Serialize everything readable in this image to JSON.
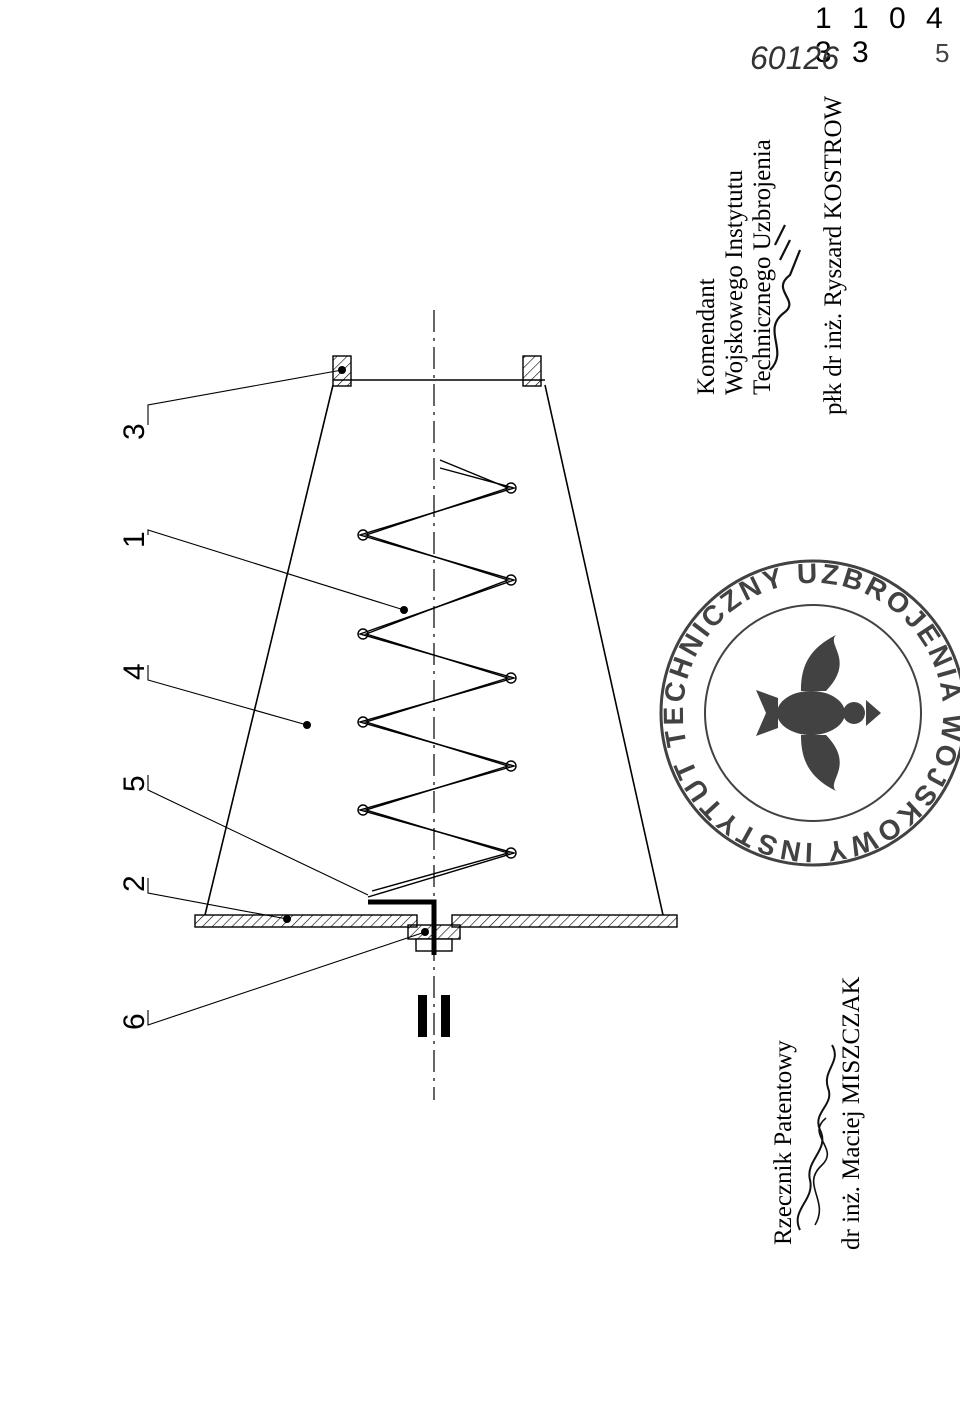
{
  "patent_number": "1 1 0 4 3 3",
  "handwritten_code": "60126",
  "sheet_mark": "5",
  "part_labels": [
    "3",
    "1",
    "4",
    "5",
    "2",
    "6"
  ],
  "section_mark": "II",
  "left_signature": {
    "title": "Rzecznik Patentowy",
    "name": "dr inż. Maciej MISZCZAK"
  },
  "right_signature": {
    "line1": "Komendant",
    "line2": "Wojskowego Instytutu",
    "line3": "Technicznego Uzbrojenia",
    "name": "płk dr inż. Ryszard KOSTROW"
  },
  "stamp": {
    "text": "WOJSKOWY INSTYTUT TECHNICZNY UZBROJENIA",
    "ink": "#222222"
  }
}
